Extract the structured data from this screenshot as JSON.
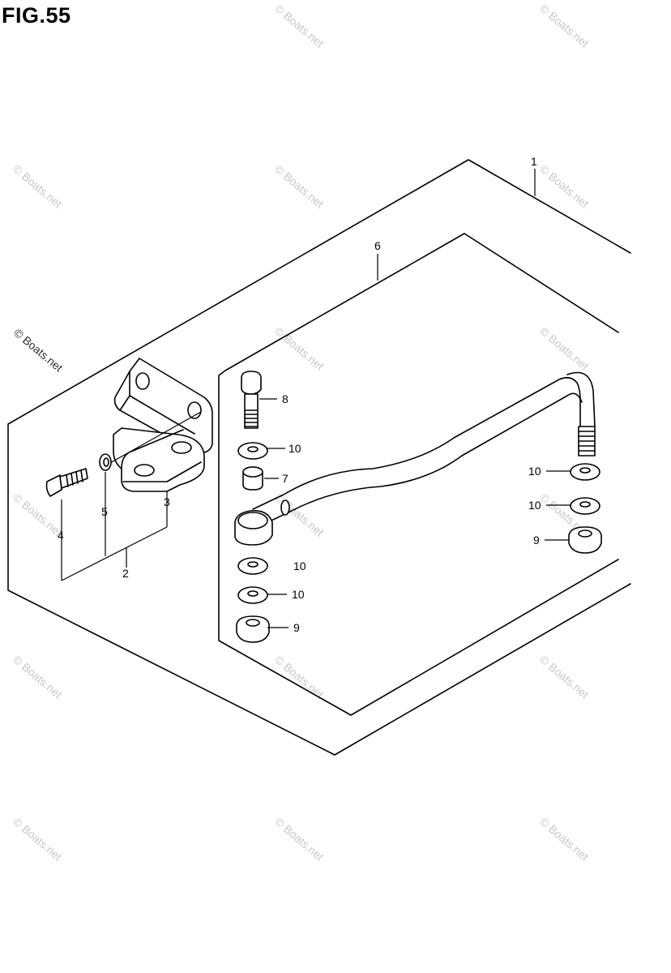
{
  "figure": {
    "title": "FIG.55"
  },
  "watermark": "© Boats.net",
  "callouts": {
    "p1": "1",
    "p2": "2",
    "p3": "3",
    "p4": "4",
    "p5": "5",
    "p6": "6",
    "p7": "7",
    "p8": "8",
    "p9a": "9",
    "p9b": "9",
    "p10a": "10",
    "p10b": "10",
    "p10c": "10",
    "p10d": "10",
    "p10e": "10"
  }
}
